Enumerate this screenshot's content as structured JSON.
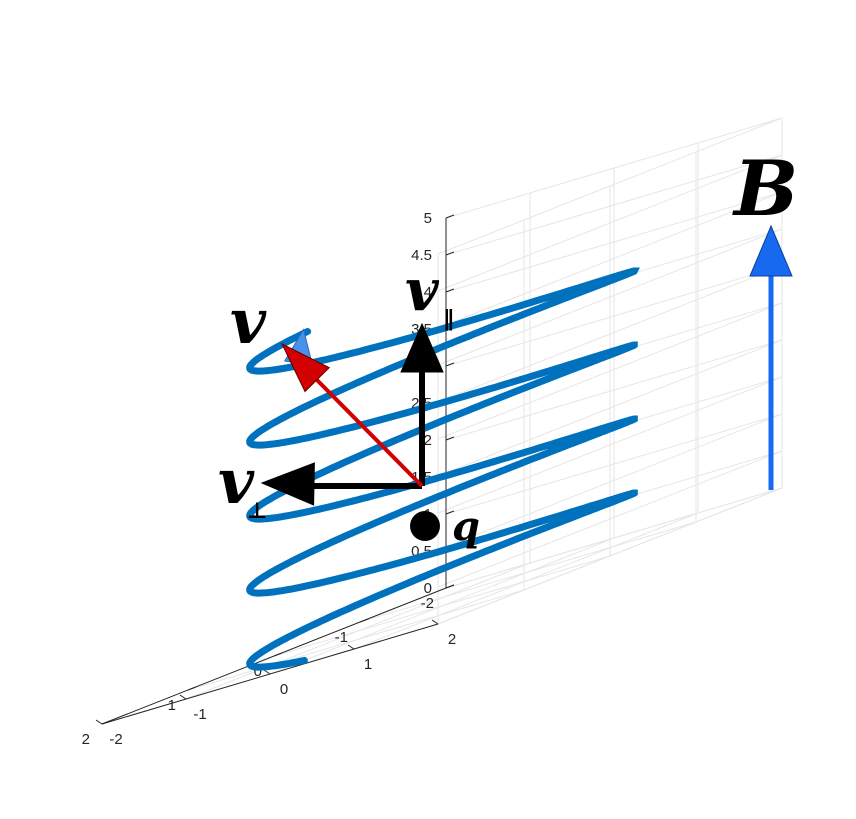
{
  "chart_data": {
    "type": "line",
    "description_kind": "3d-helix",
    "z_ticks": [
      "0",
      "0.5",
      "1",
      "1.5",
      "2",
      "2.5",
      "3",
      "3.5",
      "4",
      "4.5",
      "5"
    ],
    "x_ticks": [
      "-2",
      "-1",
      "0",
      "1",
      "2"
    ],
    "y_ticks": [
      "-2",
      "-1",
      "0",
      "1",
      "2"
    ],
    "xlim": [
      -2,
      2
    ],
    "ylim": [
      -2,
      2
    ],
    "zlim": [
      0,
      5
    ],
    "grid": true,
    "helix": {
      "radius": 1.6,
      "center": [
        0,
        0
      ],
      "z_start": 0,
      "turns": 4.25,
      "pitch": 1,
      "color": "#0072BD"
    },
    "labels": {
      "v": "v",
      "v_parallel": "v",
      "parallel_sub": "∥",
      "v_perp": "v",
      "perp_sub": "⊥",
      "charge": "q",
      "field": "B"
    },
    "colors": {
      "velocity": "#D20000",
      "components": "#000000",
      "field_arrow": "#1769F0",
      "path_arrow": "#4A8FE8",
      "grid": "#E6E6E6",
      "axis": "#262626"
    }
  }
}
